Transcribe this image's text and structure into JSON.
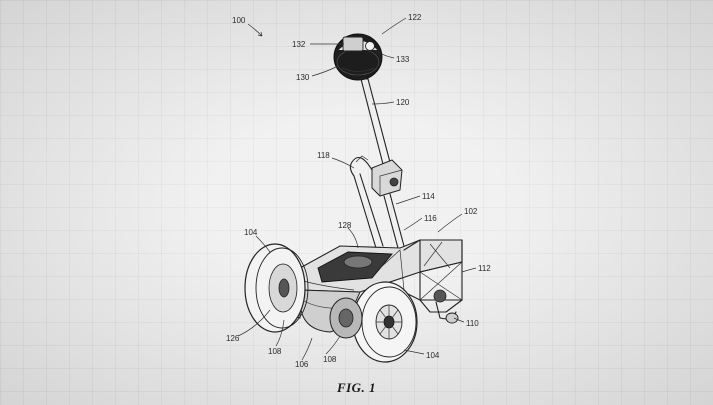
{
  "figure": {
    "caption": "FIG. 1"
  },
  "reference_numerals": {
    "device": "100",
    "head": "122",
    "head_screen": "132",
    "head_camera": "133",
    "head_sphere": "130",
    "mast": "120",
    "handle": "118",
    "support_arm": "114",
    "frame_bracket": "116",
    "chassis": "102",
    "body_top": "128",
    "wheel_left": "104",
    "wheel_right": "104",
    "caster_mount": "112",
    "caster": "110",
    "hub": "126",
    "motor_left": "108",
    "motor_right": "108",
    "base": "106"
  }
}
